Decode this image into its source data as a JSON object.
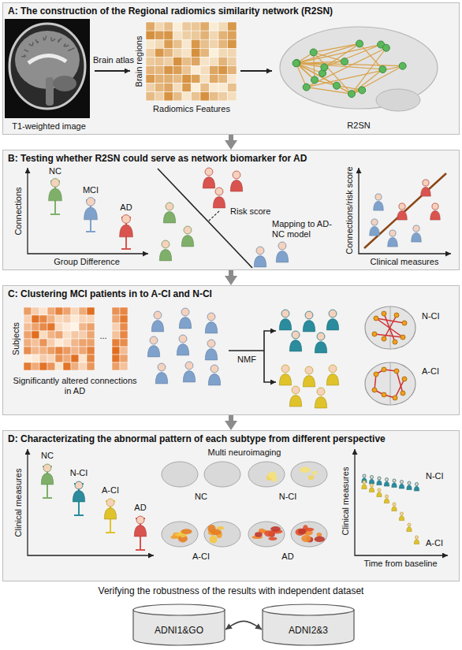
{
  "diagram": {
    "nodes": [
      {
        "text": [
          "A: The construction of the Regional radiomics similarity network (R2SN)"
        ]
      },
      {
        "text": [
          "B: Testing whether R2SN could serve as network biomarker for AD"
        ]
      },
      {
        "text": [
          "C: Clustering MCI patients in to A-CI and N-CI"
        ]
      },
      {
        "text": [
          "D: Characterizating the abnormal pattern of each subtype from different perspective"
        ]
      },
      {
        "text": [
          "ADNI1&GO"
        ]
      },
      {
        "text": [
          "ADNI2&3"
        ]
      }
    ],
    "edges": [
      {
        "from": 0,
        "to": 1,
        "arrow": "to"
      },
      {
        "from": 1,
        "to": 2,
        "arrow": "to"
      },
      {
        "from": 2,
        "to": 3,
        "arrow": "to"
      },
      {
        "from": 4,
        "to": 5,
        "arrow": "both"
      }
    ],
    "labels": [
      "T1-weighted image",
      "Brain atlas",
      "Brain regions",
      "Radiomics Features",
      "R2SN",
      "NC",
      "MCI",
      "AD",
      "Connections",
      "Group Difference",
      "Risk score",
      "Mapping to AD-NC model",
      "Connections/risk score",
      "Clinical measures",
      "Subjects",
      "...",
      "Significantly altered connections in AD",
      "NMF",
      "N-CI",
      "A-CI",
      "NC",
      "N-CI",
      "A-CI",
      "AD",
      "Clinical measures",
      "Multi neuroimaging",
      "NC",
      "N-CI",
      "A-CI",
      "AD",
      "Clinical measures",
      "Time from baseline",
      "N-CI",
      "A-CI",
      "Verifying the robustness of the results with independent dataset"
    ]
  }
}
